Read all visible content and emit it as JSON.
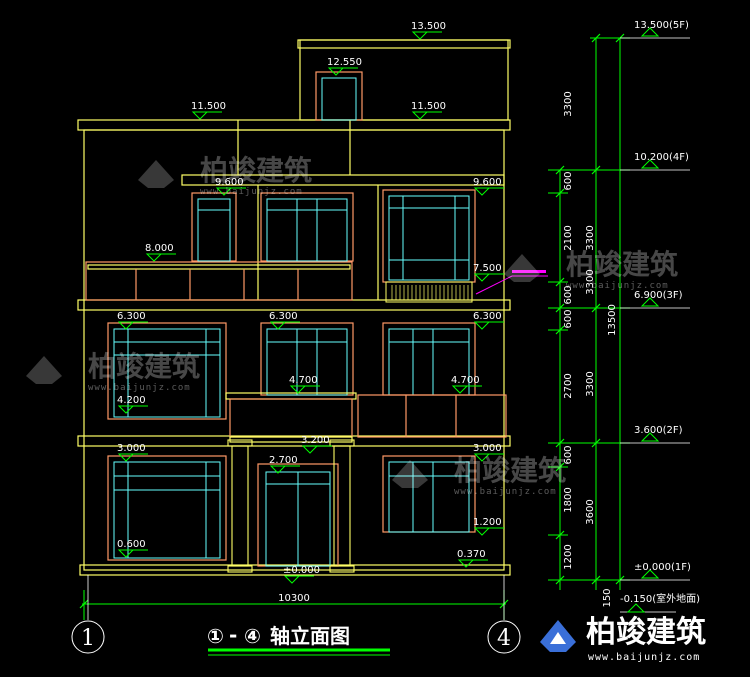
{
  "levels": {
    "roof_top": "13.500",
    "stair_top": "12.550",
    "parapet_left": "11.500",
    "parapet_right": "11.500",
    "f3_left": "9.600",
    "f3_right": "9.600",
    "balcony_3f": "8.000",
    "window_3f_right": "7.500",
    "f2_top_left": "6.300",
    "f2_top_mid": "6.300",
    "f2_top_right": "6.300",
    "balcony_2f_mid": "4.700",
    "balcony_2f_right": "4.700",
    "sill_2f_left": "4.200",
    "canopy": "3.200",
    "f1_left": "3.000",
    "f1_right": "3.000",
    "door_head": "2.700",
    "sill_1f_right": "1.200",
    "sill_1f_left": "0.600",
    "floor_1f": "±0.000",
    "step": "0.370"
  },
  "right_levels": {
    "l5": "13.500(5F)",
    "l4": "10.200(4F)",
    "l3": "6.900(3F)",
    "l2": "3.600(2F)",
    "l1": "±0.000(1F)",
    "ground": "-0.150(室外地面)"
  },
  "dims_inner": [
    "3300",
    "600",
    "2100",
    "600",
    "600",
    "2700",
    "600",
    "1800",
    "1200",
    "150"
  ],
  "dims_middle": [
    "3300",
    "3300",
    "3300",
    "3600"
  ],
  "dims_total": "13500",
  "width_dim": "10300",
  "axes": {
    "left": "1",
    "right": "4"
  },
  "title": {
    "a": "①",
    "dash": "-",
    "b": "④",
    "text": "轴立面图"
  },
  "watermark": {
    "name": "柏竣建筑",
    "url": "www.baijunjz.com"
  },
  "logo": {
    "name": "柏竣建筑",
    "url": "www.baijunjz.com"
  },
  "colors": {
    "bg": "#000000",
    "wall": "#ffff66",
    "window": "#66ffff",
    "frame": "#ff9966",
    "dim": "#00ff00",
    "note": "#ff00ff",
    "text": "#ffffff"
  }
}
